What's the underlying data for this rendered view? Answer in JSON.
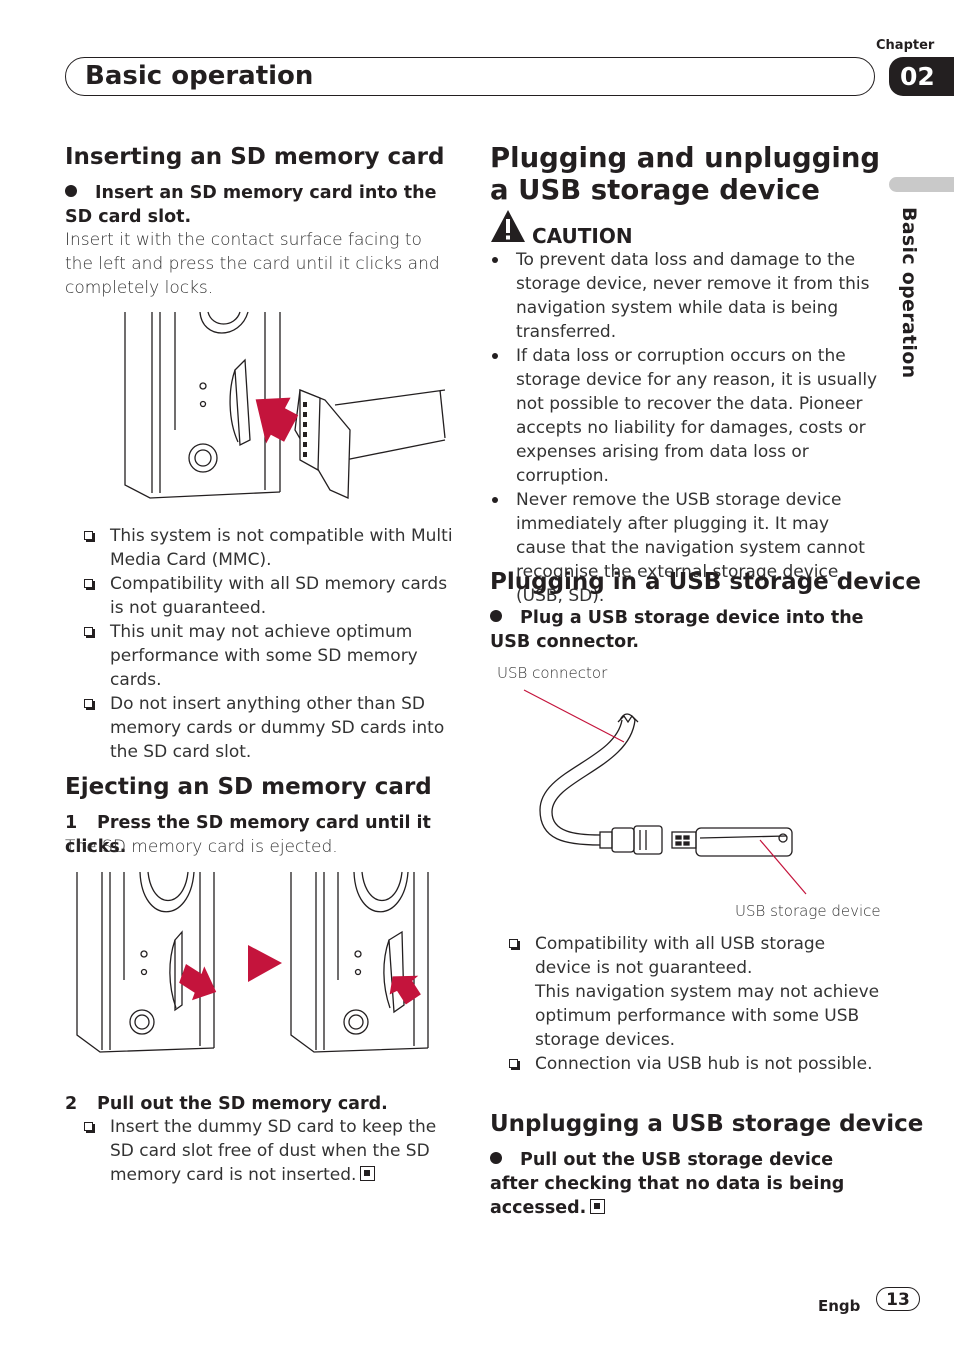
{
  "header": {
    "chapter_label": "Chapter",
    "chapter_number": "02",
    "title": "Basic operation",
    "side_tab": "Basic operation"
  },
  "left": {
    "insert": {
      "heading": "Inserting an SD memory card",
      "instruction": "Insert an SD memory card into the SD card slot.",
      "body": "Insert it with the contact surface facing to the left and press the card until it clicks and completely locks.",
      "notes": [
        "This system is not compatible with Multi Media Card (MMC).",
        "Compatibility with all SD memory cards is not guaranteed.",
        "This unit may not achieve optimum performance with some SD memory cards.",
        "Do not insert anything other than SD memory cards or dummy SD cards into the SD card slot."
      ]
    },
    "eject": {
      "heading": "Ejecting an SD memory card",
      "step1_num": "1",
      "step1": "Press the SD memory card until it clicks.",
      "step1_body": "The SD memory card is ejected.",
      "step2_num": "2",
      "step2": "Pull out the SD memory card.",
      "step2_note": "Insert the dummy SD card to keep the SD card slot free of dust when the SD memory card is not inserted."
    }
  },
  "right": {
    "usb": {
      "heading": "Plugging and unplugging a USB storage device",
      "caution_label": "CAUTION",
      "cautions": [
        "To prevent data loss and damage to the storage device, never remove it from this navigation system while data is being transferred.",
        "If data loss or corruption occurs on the storage device for any reason, it is usually not possible to recover the data. Pioneer accepts no liability for damages, costs or expenses arising from data loss or corruption.",
        "Never remove the USB storage device immediately after plugging it. It may cause that the navigation system cannot recognise the external storage device (USB, SD)."
      ]
    },
    "plug": {
      "heading": "Plugging in a USB storage device",
      "instruction": "Plug a USB storage device into the USB connector.",
      "label_connector": "USB connector",
      "label_device": "USB storage device",
      "notes": [
        "Compatibility with all USB storage device is not guaranteed.",
        "Connection via USB hub is not possible."
      ],
      "note1_extra": "This navigation system may not achieve optimum performance with some USB storage devices."
    },
    "unplug": {
      "heading": "Unplugging a USB storage device",
      "instruction": "Pull out the USB storage device after checking that no data is being accessed."
    }
  },
  "footer": {
    "lang": "Engb",
    "page": "13"
  },
  "colors": {
    "text": "#231f20",
    "accent_arrow": "#c4143c",
    "tab_gray": "#c9c9c9"
  }
}
